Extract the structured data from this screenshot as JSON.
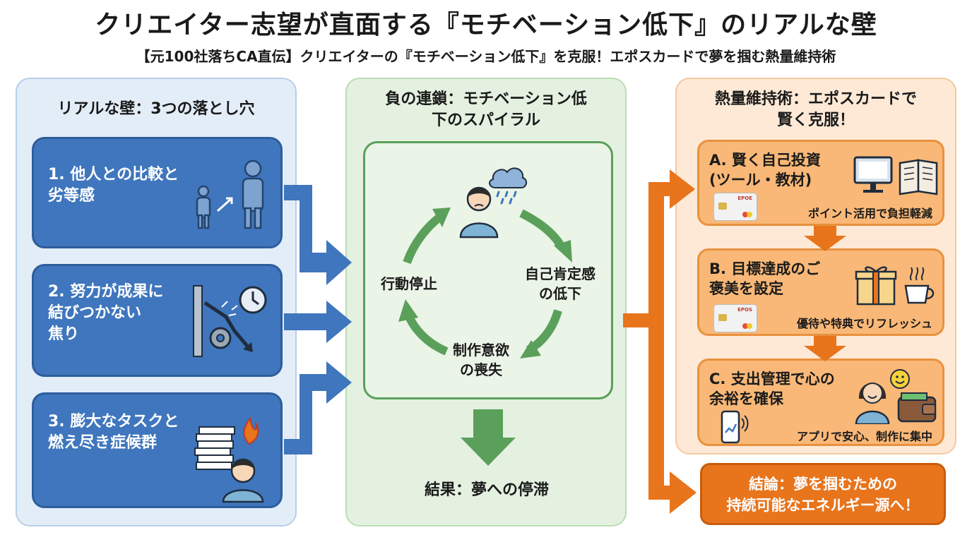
{
  "header": {
    "title": "クリエイター志望が直面する『モチベーション低下』のリアルな壁",
    "subtitle": "【元100社落ちCA直伝】クリエイターの『モチベーション低下』を克服！エポスカードで夢を掴む熱量維持術"
  },
  "left_panel": {
    "title": "リアルな壁：3つの落とし穴",
    "walls": [
      {
        "label_line1": "1. 他人との比較と",
        "label_line2": "劣等感",
        "label_line3": ""
      },
      {
        "label_line1": "2. 努力が成果に",
        "label_line2": "結びつかない",
        "label_line3": "焦り"
      },
      {
        "label_line1": "3. 膨大なタスクと",
        "label_line2": "燃え尽き症候群",
        "label_line3": ""
      }
    ]
  },
  "mid_panel": {
    "title_line1": "負の連鎖：モチベーション低",
    "title_line2": "下のスパイラル",
    "cycle": {
      "right_line1": "自己肯定感",
      "right_line2": "の低下",
      "bottom_line1": "制作意欲",
      "bottom_line2": "の喪失",
      "left": "行動停止"
    },
    "result": "結果：夢への停滞"
  },
  "right_panel": {
    "title_line1": "熱量維持術：エポスカードで",
    "title_line2": "賢く克服！",
    "solutions": [
      {
        "title_line1": "A. 賢く自己投資",
        "title_line2": "(ツール・教材)",
        "note": "ポイント活用で負担軽減",
        "card_brand": "EPOE"
      },
      {
        "title_line1": "B. 目標達成のご",
        "title_line2": "褒美を設定",
        "note": "優待や特典でリフレッシュ",
        "card_brand": "EPOS"
      },
      {
        "title_line1": "C. 支出管理で心の",
        "title_line2": "余裕を確保",
        "note": "アプリで安心、制作に集中",
        "card_brand": ""
      }
    ],
    "conclusion_line1": "結論：夢を掴むための",
    "conclusion_line2": "持続可能なエネルギー源へ！"
  },
  "icons": {
    "wall1": "comparison-people-icon",
    "wall2": "falling-gear-clock-icon",
    "wall3": "burnout-paper-stack-icon",
    "cycle_center": "sad-person-raincloud-icon",
    "sol_a": [
      "monitor-icon",
      "book-icon",
      "credit-card-icon"
    ],
    "sol_b": [
      "gift-box-icon",
      "coffee-cup-icon",
      "credit-card-icon"
    ],
    "sol_c": [
      "smiling-woman-icon",
      "smile-emoji-icon",
      "wallet-icon",
      "smartphone-chart-icon"
    ]
  },
  "colors": {
    "blue": "#3f76bd",
    "green": "#5aa05a",
    "orange": "#e8741c",
    "light_orange": "#f9b877"
  }
}
